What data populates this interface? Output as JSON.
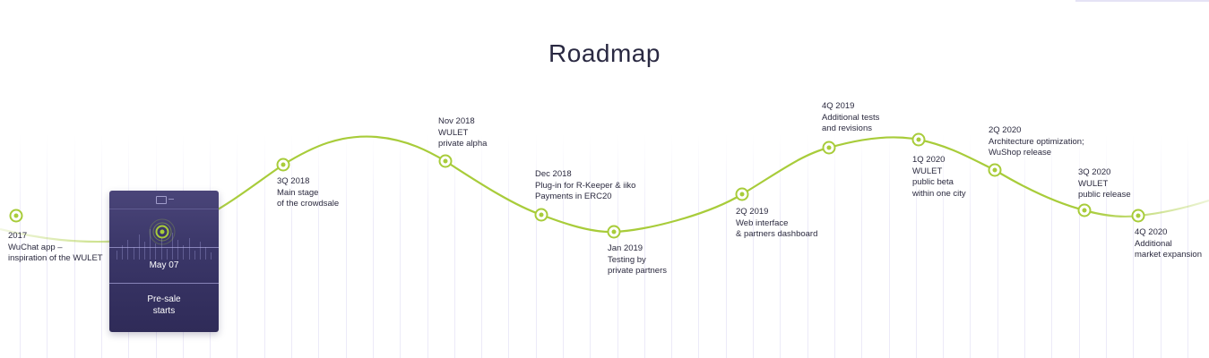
{
  "title": "Roadmap",
  "colors": {
    "curve": "#a8cc3a",
    "node": "#a8cc3a",
    "card_bg": "#3b3769",
    "text": "#2b2a3f"
  },
  "current_card": {
    "date": "May 07",
    "event_line1": "Pre-sale",
    "event_line2": "starts",
    "logo_icon": "wallet-logo-icon"
  },
  "milestones": [
    {
      "date": "2017",
      "lines": [
        "WuChat app –",
        "inspiration of the WULET"
      ]
    },
    {
      "date": "3Q 2018",
      "lines": [
        "Main stage",
        "of the crowdsale"
      ]
    },
    {
      "date": "Nov 2018",
      "lines": [
        "WULET",
        "private alpha"
      ]
    },
    {
      "date": "Dec 2018",
      "lines": [
        "Plug-in for R-Keeper & iiko",
        "Payments in ERC20"
      ]
    },
    {
      "date": "Jan 2019",
      "lines": [
        "Testing by",
        "private partners"
      ]
    },
    {
      "date": "2Q 2019",
      "lines": [
        "Web interface",
        "& partners dashboard"
      ]
    },
    {
      "date": "4Q 2019",
      "lines": [
        "Additional tests",
        "and revisions"
      ]
    },
    {
      "date": "1Q 2020",
      "lines": [
        "WULET",
        "public beta",
        "within one city"
      ]
    },
    {
      "date": "2Q 2020",
      "lines": [
        "Architecture optimization;",
        "WuShop release"
      ]
    },
    {
      "date": "3Q 2020",
      "lines": [
        "WULET",
        "public release"
      ]
    },
    {
      "date": "4Q 2020",
      "lines": [
        "Additional",
        "market expansion"
      ]
    }
  ]
}
